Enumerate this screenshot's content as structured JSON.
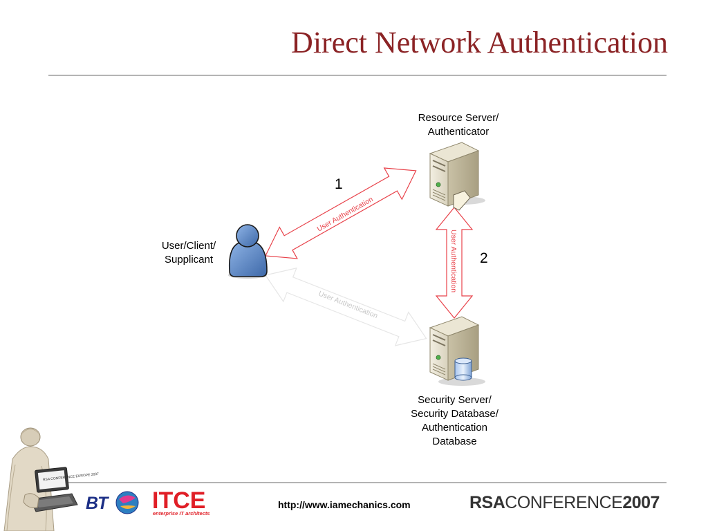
{
  "slide": {
    "title": "Direct Network Authentication"
  },
  "diagram": {
    "nodes": {
      "resource_server": {
        "label_line1": "Resource Server/",
        "label_line2": "Authenticator"
      },
      "user": {
        "label_line1": "User/Client/",
        "label_line2": "Supplicant"
      },
      "security_server": {
        "label_line1": "Security Server/",
        "label_line2": "Security Database/",
        "label_line3": "Authentication",
        "label_line4": "Database"
      }
    },
    "arrows": {
      "user_to_resource": {
        "label": "User Authentication",
        "step": "1"
      },
      "resource_to_security": {
        "label": "User Authentication",
        "step": "2"
      },
      "user_to_security": {
        "label": "User Authentication"
      }
    }
  },
  "footer": {
    "url": "http://www.iamechanics.com",
    "logo_bt": "BT",
    "logo_itce": "ITCE",
    "logo_itce_sub": "enterprise IT architects",
    "logo_rsa_prefix": "RSA",
    "logo_rsa_word": "CONFERENCE",
    "logo_rsa_year": "2007",
    "laptop_screen_text": "RSA CONFERENCE EUROPE 2007"
  },
  "colors": {
    "title": "#8b2325",
    "arrow_active": "#e8424a",
    "arrow_faint": "#e6e6e6",
    "rule": "#b4b4b4",
    "user_icon": "#5b86c4"
  }
}
